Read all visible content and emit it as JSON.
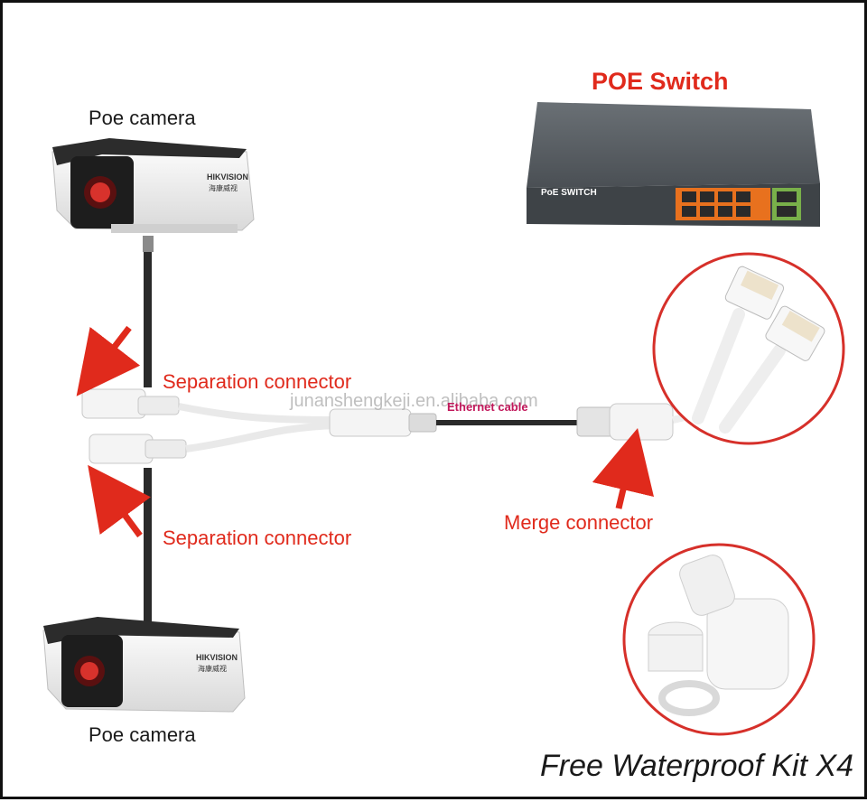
{
  "poe_switch": {
    "title": "POE Switch",
    "brand_text": "PoE SWITCH",
    "port_color": "#e8711e",
    "body_color": "#565b60"
  },
  "cameras": {
    "top_label": "Poe camera",
    "bottom_label": "Poe camera",
    "brand": "HIKVISION",
    "brand_sub": "海康威视"
  },
  "connectors": {
    "separation_top": "Separation connector",
    "separation_bottom": "Separation connector",
    "merge": "Merge connector",
    "cable": "Ethernet cable"
  },
  "watermark": "junanshengkeji.en.alibaba.com",
  "kit": {
    "label": "Free Waterproof Kit X4"
  },
  "colors": {
    "arrow": "#e02a1c",
    "circle_border": "#d6302a",
    "cable_white": "#f2f2f2",
    "cable_dark": "#2a2a2a"
  }
}
